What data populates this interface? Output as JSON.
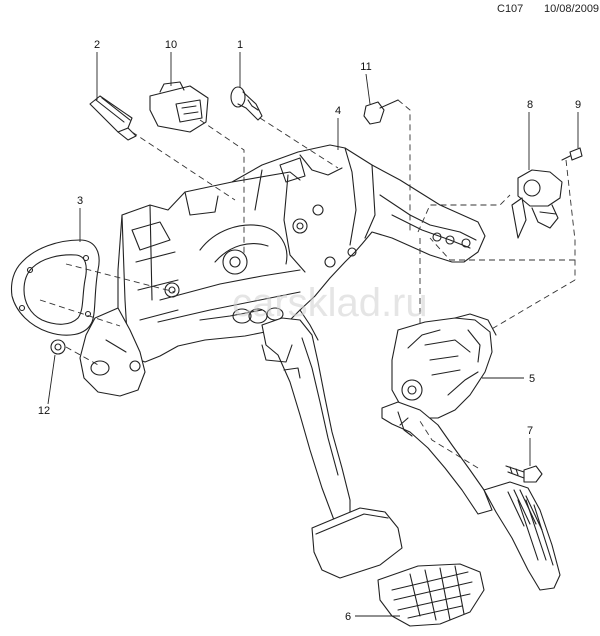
{
  "header": {
    "code": "C107",
    "date": "10/08/2009"
  },
  "watermark": "carsklad.ru",
  "parts": [
    "1",
    "2",
    "3",
    "4",
    "5",
    "6",
    "7",
    "8",
    "9",
    "10",
    "11",
    "12"
  ]
}
